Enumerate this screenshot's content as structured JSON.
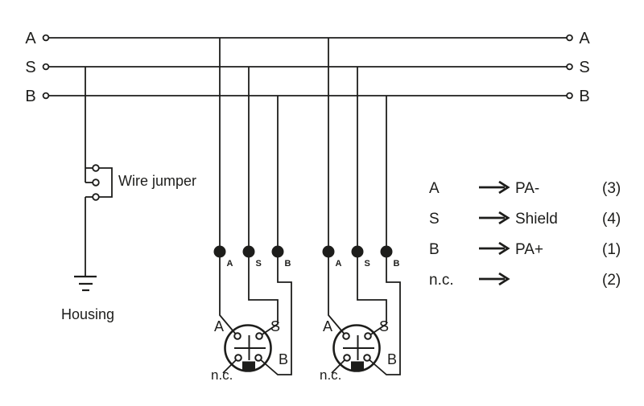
{
  "colors": {
    "ink": "#1d1d1b",
    "background": "#ffffff"
  },
  "bus": {
    "a": {
      "left": "A",
      "right": "A"
    },
    "s": {
      "left": "S",
      "right": "S"
    },
    "b": {
      "left": "B",
      "right": "B"
    }
  },
  "jumper": {
    "label": "Wire jumper"
  },
  "ground": {
    "label": "Housing"
  },
  "connector": {
    "terminal_a": "A",
    "terminal_s": "S",
    "terminal_b": "B",
    "pin_a": "A",
    "pin_s": "S",
    "pin_b": "B",
    "pin_nc": "n.c."
  },
  "legend": {
    "rows": [
      {
        "signal": "A",
        "arrow": "→",
        "target": "PA-",
        "pin": "(3)"
      },
      {
        "signal": "S",
        "arrow": "→",
        "target": "Shield",
        "pin": "(4)"
      },
      {
        "signal": "B",
        "arrow": "→",
        "target": "PA+",
        "pin": "(1)"
      },
      {
        "signal": "n.c.",
        "arrow": "→",
        "target": "",
        "pin": "(2)"
      }
    ]
  }
}
